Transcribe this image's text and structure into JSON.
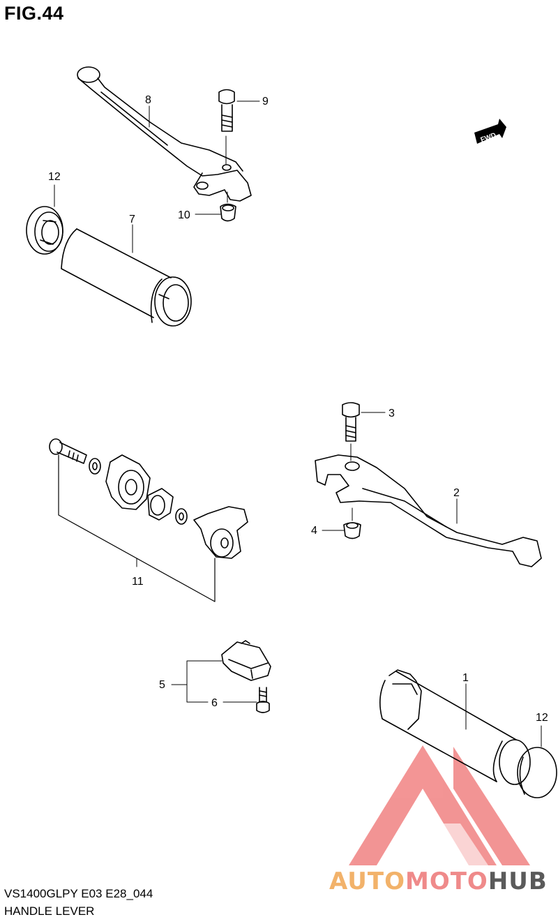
{
  "figure": {
    "title": "FIG.44"
  },
  "footer": {
    "model_line": "VS1400GLPY E03 E28_044",
    "name_line": "HANDLE LEVER"
  },
  "direction_tag": "FWD",
  "callouts": [
    {
      "id": "label-8",
      "text": "8"
    },
    {
      "id": "label-9",
      "text": "9"
    },
    {
      "id": "label-10",
      "text": "10"
    },
    {
      "id": "label-12-top",
      "text": "12"
    },
    {
      "id": "label-7",
      "text": "7"
    },
    {
      "id": "label-3",
      "text": "3"
    },
    {
      "id": "label-2",
      "text": "2"
    },
    {
      "id": "label-4",
      "text": "4"
    },
    {
      "id": "label-11",
      "text": "11"
    },
    {
      "id": "label-5",
      "text": "5"
    },
    {
      "id": "label-6",
      "text": "6"
    },
    {
      "id": "label-1",
      "text": "1"
    },
    {
      "id": "label-12-bottom",
      "text": "12"
    }
  ],
  "watermark": {
    "part1": "AUTO",
    "part2": "MOTO",
    "part3": "HUB"
  },
  "colors": {
    "watermark_red": "#f07a7a",
    "watermark_orange": "#f2b26a",
    "watermark_gray": "#5a5a5a"
  }
}
